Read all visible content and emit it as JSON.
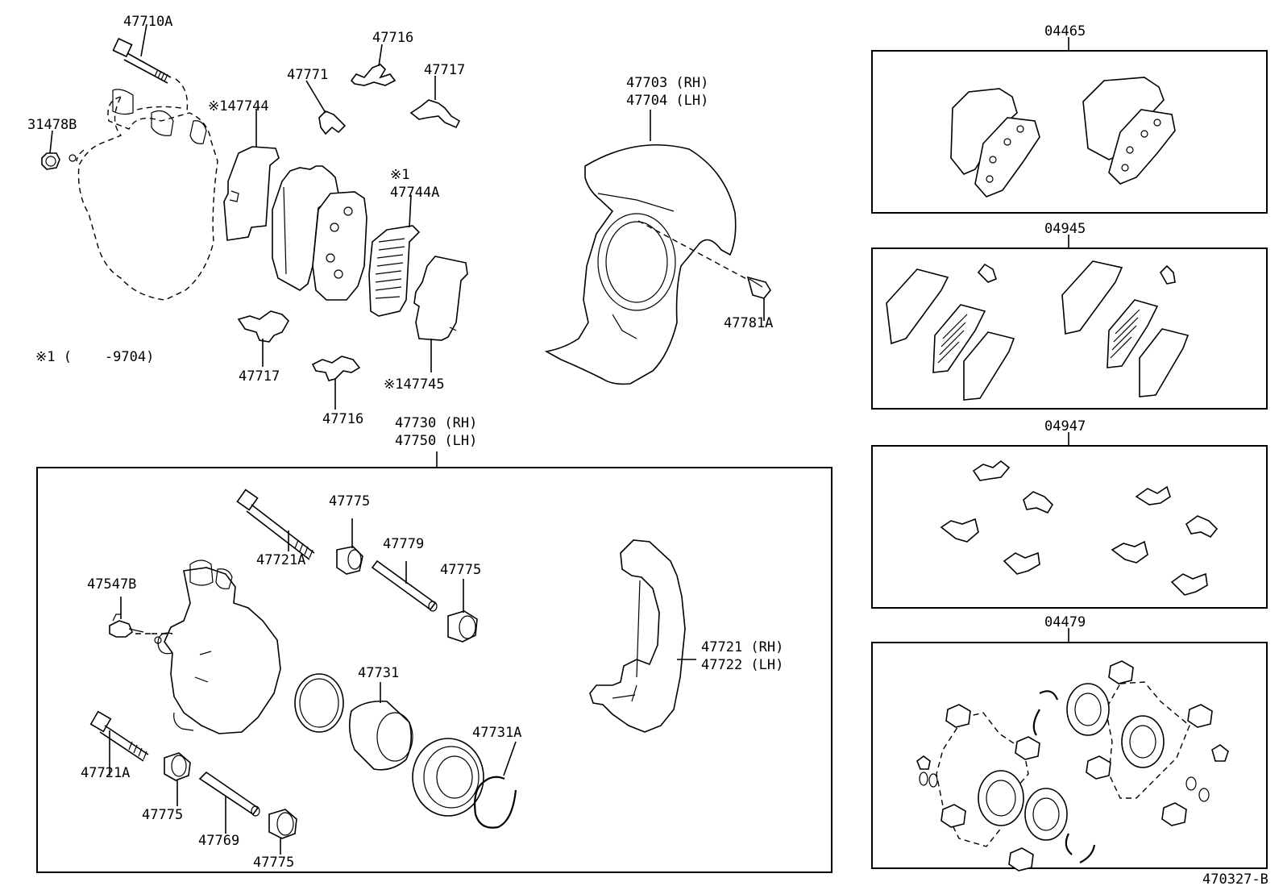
{
  "parts": {
    "p47710A": "47710A",
    "p47716_top": "47716",
    "p47771": "47771",
    "p47717_top": "47717",
    "p147744": "※147744",
    "p31478B": "31478B",
    "p1_note_a": "※1",
    "p47744A": "47744A",
    "p47703": "47703 (RH)",
    "p47704": "47704 (LH)",
    "p47781A": "47781A",
    "note_9704": "※1 (    -9704)",
    "p47717_bot": "47717",
    "p47716_bot": "47716",
    "p147745": "※147745",
    "p47730": "47730 (RH)",
    "p47750": "47750 (LH)",
    "p47775_a": "47775",
    "p47721A_a": "47721A",
    "p47779": "47779",
    "p47775_b": "47775",
    "p47547B": "47547B",
    "p47721": "47721 (RH)",
    "p47722": "47722 (LH)",
    "p47731": "47731",
    "p47731A": "47731A",
    "p47721A_b": "47721A",
    "p47775_c": "47775",
    "p47769": "47769",
    "p47775_d": "47775",
    "k04465": "04465",
    "k04945": "04945",
    "k04947": "04947",
    "k04479": "04479",
    "diagram_id": "470327-B"
  }
}
